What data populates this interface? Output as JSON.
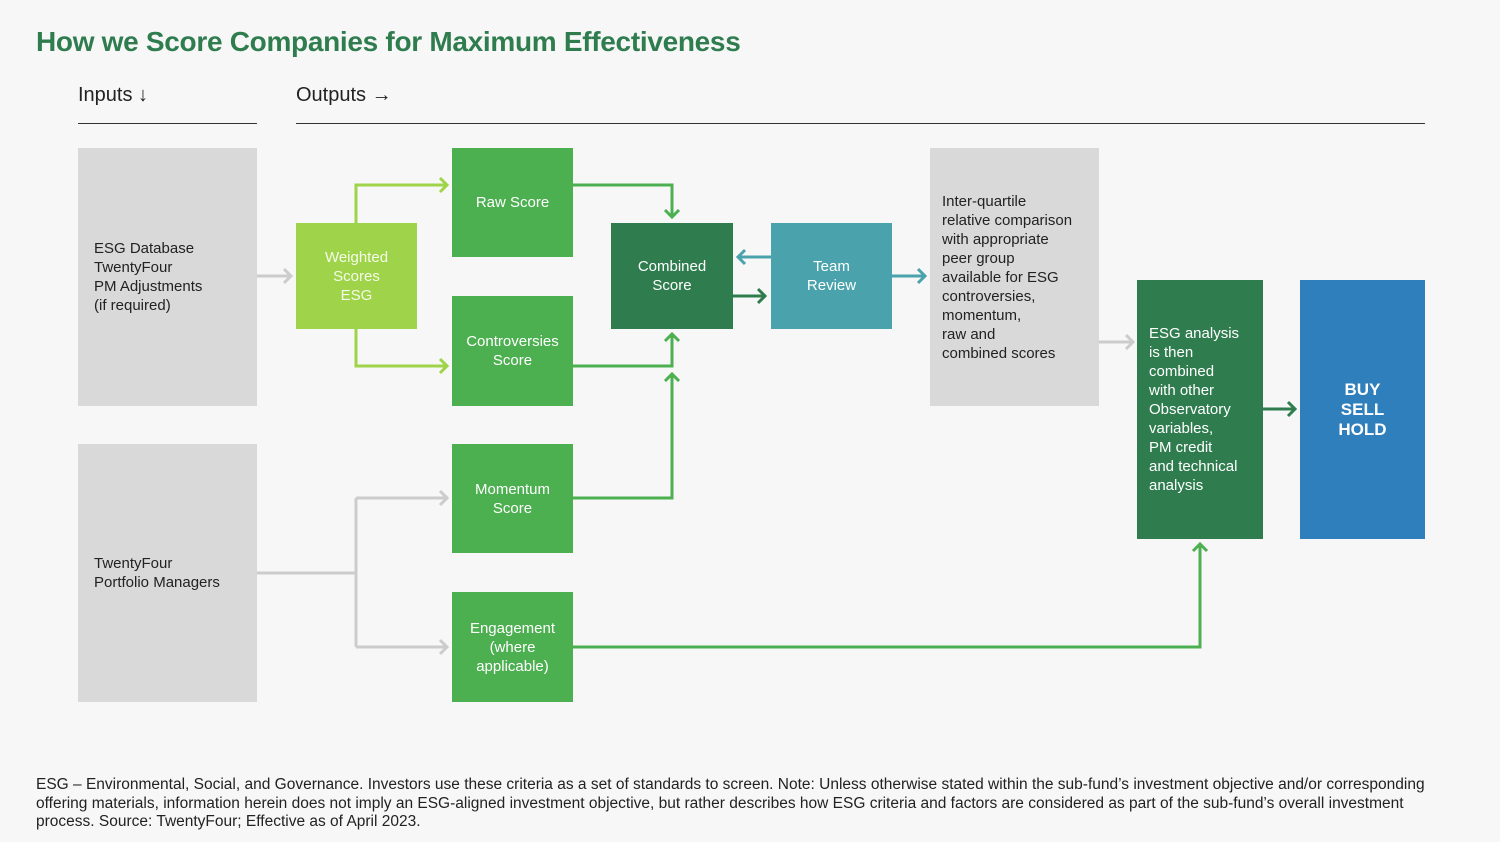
{
  "title": "How we Score Companies for Maximum Effectiveness",
  "headers": {
    "inputs": "Inputs ↓",
    "outputs": "Outputs →"
  },
  "boxes": {
    "esg_database": "ESG Database\nTwentyFour\nPM Adjustments\n(if required)",
    "portfolio_managers": "TwentyFour\nPortfolio Managers",
    "weighted_scores": "Weighted\nScores\nESG",
    "raw_score": "Raw Score",
    "controversies_score": "Controversies\nScore",
    "momentum_score": "Momentum\nScore",
    "engagement": "Engagement\n(where\napplicable)",
    "combined_score": "Combined\nScore",
    "team_review": "Team\nReview",
    "inter_quartile": "Inter-quartile\nrelative comparison\nwith appropriate\npeer group\navailable for ESG\ncontroversies,\nmomentum,\nraw and\ncombined scores",
    "esg_analysis": "ESG analysis\nis then\ncombined\nwith other\nObservatory\nvariables,\nPM credit\nand technical\nanalysis",
    "decision": "BUY\nSELL\nHOLD"
  },
  "colors": {
    "title": "#2f7d4f",
    "grey": "#d9d9d9",
    "lime": "#9fd44a",
    "green": "#4caf50",
    "dark_green": "#2f7d4f",
    "teal": "#4aa3ac",
    "blue": "#2f7fbd",
    "grey_arrow": "#cccccc"
  },
  "footnote": "ESG – Environmental, Social, and Governance. Investors use these criteria as a set of standards to screen. Note: Unless otherwise stated within the sub-fund’s investment objective and/or corresponding offering materials, information herein does not imply an ESG-aligned investment objective, but rather describes how ESG criteria and factors are considered as part of the sub-fund’s overall investment process. Source: TwentyFour; Effective as of April 2023."
}
